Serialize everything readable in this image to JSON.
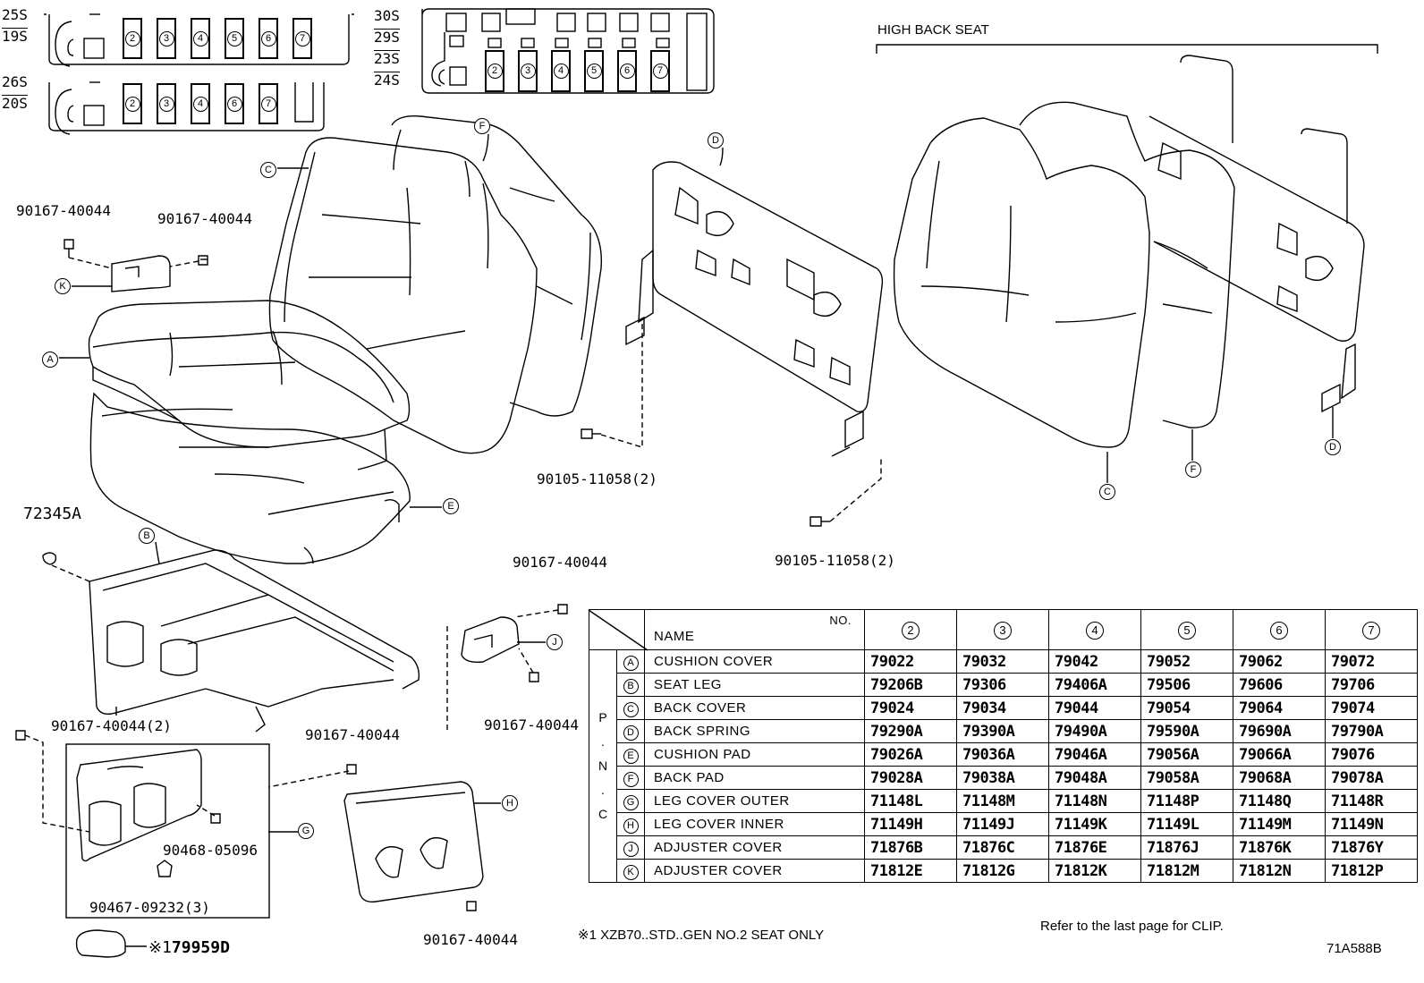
{
  "seat_layout_codes": {
    "row1": [
      "25S",
      "19S"
    ],
    "row2": [
      "26S",
      "20S"
    ],
    "row3": [
      "30S",
      "29S",
      "23S",
      "24S"
    ]
  },
  "layout_boxes": {
    "row1": [
      "2",
      "3",
      "4",
      "5",
      "6",
      "7"
    ],
    "row2": [
      "2",
      "3",
      "4",
      "6",
      "7"
    ],
    "row3": [
      "2",
      "3",
      "4",
      "5",
      "6",
      "7"
    ]
  },
  "high_back_title": "HIGH BACK SEAT",
  "part_numbers": {
    "k_bolt_left": "90167-40044",
    "k_bolt_right": "90167-40044",
    "frame_nut": "72345A",
    "back_bolt_left": "90105-11058(2)",
    "back_bolt_right": "90105-11058(2)",
    "adjuster_bolt_top": "90167-40044",
    "adjuster_bolt_bottom": "90167-40044",
    "leg_bolt_left": "90167-40044(2)",
    "leg_bolt_mid": "90167-40044",
    "leg_clip_1": "90468-05096",
    "leg_clip_2": "90467-09232(3)",
    "inner_bolt": "90167-40044",
    "armrest": "79959D",
    "armrest_prefix": "※1"
  },
  "callouts": [
    "A",
    "B",
    "C",
    "D",
    "E",
    "F",
    "G",
    "H",
    "J",
    "K"
  ],
  "table": {
    "no_label": "NO.",
    "name_label": "NAME",
    "pnc_label": [
      "P",
      ".",
      "N",
      ".",
      "C"
    ],
    "columns": [
      "2",
      "3",
      "4",
      "5",
      "6",
      "7"
    ],
    "rows": [
      {
        "ref": "A",
        "name": "CUSHION COVER",
        "codes": [
          "79022",
          "79032",
          "79042",
          "79052",
          "79062",
          "79072"
        ]
      },
      {
        "ref": "B",
        "name": "SEAT LEG",
        "codes": [
          "79206B",
          "79306",
          "79406A",
          "79506",
          "79606",
          "79706"
        ]
      },
      {
        "ref": "C",
        "name": "BACK COVER",
        "codes": [
          "79024",
          "79034",
          "79044",
          "79054",
          "79064",
          "79074"
        ]
      },
      {
        "ref": "D",
        "name": "BACK SPRING",
        "codes": [
          "79290A",
          "79390A",
          "79490A",
          "79590A",
          "79690A",
          "79790A"
        ]
      },
      {
        "ref": "E",
        "name": "CUSHION PAD",
        "codes": [
          "79026A",
          "79036A",
          "79046A",
          "79056A",
          "79066A",
          "79076"
        ]
      },
      {
        "ref": "F",
        "name": "BACK PAD",
        "codes": [
          "79028A",
          "79038A",
          "79048A",
          "79058A",
          "79068A",
          "79078A"
        ]
      },
      {
        "ref": "G",
        "name": "LEG COVER OUTER",
        "codes": [
          "71148L",
          "71148M",
          "71148N",
          "71148P",
          "71148Q",
          "71148R"
        ]
      },
      {
        "ref": "H",
        "name": "LEG COVER INNER",
        "codes": [
          "71149H",
          "71149J",
          "71149K",
          "71149L",
          "71149M",
          "71149N"
        ]
      },
      {
        "ref": "J",
        "name": "ADJUSTER COVER",
        "codes": [
          "71876B",
          "71876C",
          "71876E",
          "71876J",
          "71876K",
          "71876Y"
        ]
      },
      {
        "ref": "K",
        "name": "ADJUSTER COVER",
        "codes": [
          "71812E",
          "71812G",
          "71812K",
          "71812M",
          "71812N",
          "71812P"
        ]
      }
    ]
  },
  "footnote": "※1 XZB70..STD..GEN NO.2 SEAT ONLY",
  "clip_note": "Refer to the last page for CLIP.",
  "diagram_id": "71A588B"
}
